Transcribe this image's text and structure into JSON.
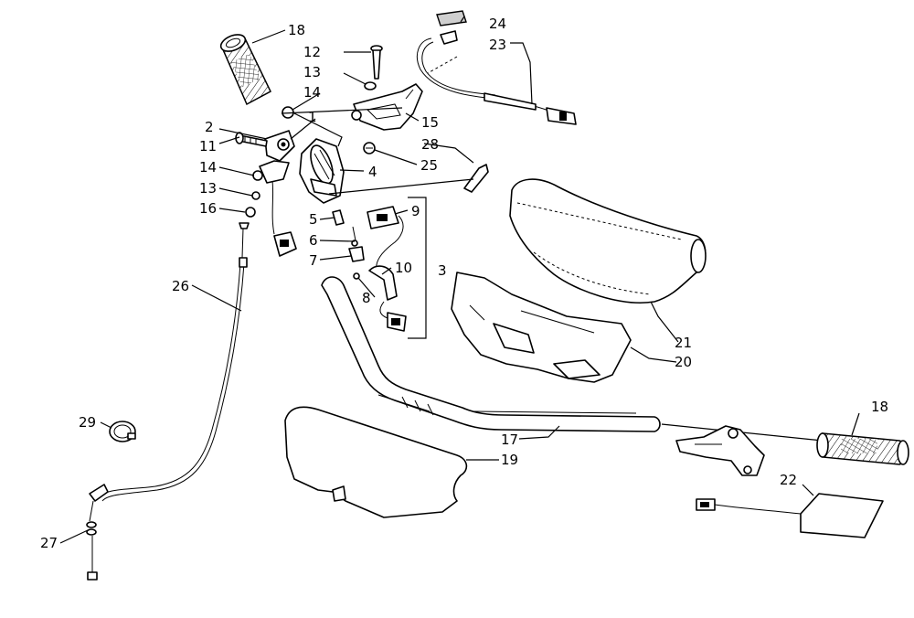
{
  "callouts": [
    {
      "id": "c18a",
      "text": "18"
    },
    {
      "id": "c12",
      "text": "12"
    },
    {
      "id": "c13a",
      "text": "13"
    },
    {
      "id": "c14a",
      "text": "14"
    },
    {
      "id": "c1",
      "text": "1"
    },
    {
      "id": "c2",
      "text": "2"
    },
    {
      "id": "c11",
      "text": "11"
    },
    {
      "id": "c14b",
      "text": "14"
    },
    {
      "id": "c13b",
      "text": "13"
    },
    {
      "id": "c16",
      "text": "16"
    },
    {
      "id": "c15",
      "text": "15"
    },
    {
      "id": "c24",
      "text": "24"
    },
    {
      "id": "c23",
      "text": "23"
    },
    {
      "id": "c28",
      "text": "28"
    },
    {
      "id": "c25",
      "text": "25"
    },
    {
      "id": "c4",
      "text": "4"
    },
    {
      "id": "c9",
      "text": "9"
    },
    {
      "id": "c5",
      "text": "5"
    },
    {
      "id": "c6",
      "text": "6"
    },
    {
      "id": "c7",
      "text": "7"
    },
    {
      "id": "c10",
      "text": "10"
    },
    {
      "id": "c8",
      "text": "8"
    },
    {
      "id": "c3",
      "text": "3"
    },
    {
      "id": "c26",
      "text": "26"
    },
    {
      "id": "c21",
      "text": "21"
    },
    {
      "id": "c20",
      "text": "20"
    },
    {
      "id": "c18b",
      "text": "18"
    },
    {
      "id": "c17",
      "text": "17"
    },
    {
      "id": "c29",
      "text": "29"
    },
    {
      "id": "c19",
      "text": "19"
    },
    {
      "id": "c22",
      "text": "22"
    },
    {
      "id": "c27",
      "text": "27"
    }
  ]
}
